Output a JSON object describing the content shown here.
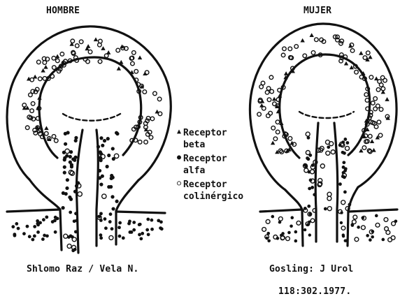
{
  "titles": {
    "left": "HOMBRE",
    "right": "MUJER"
  },
  "legend": [
    {
      "symbol": "triangle-icon",
      "line1": "Receptor",
      "line2": "beta"
    },
    {
      "symbol": "filled-dot-icon",
      "line1": "Receptor",
      "line2": "alfa"
    },
    {
      "symbol": "open-circle-icon",
      "line1": "Receptor",
      "line2": "colinérgico"
    }
  ],
  "credits": {
    "left": "Shlomo Raz / Vela N.",
    "right_line1": "Gosling: J Urol",
    "right_line2": "118:302.1977."
  }
}
